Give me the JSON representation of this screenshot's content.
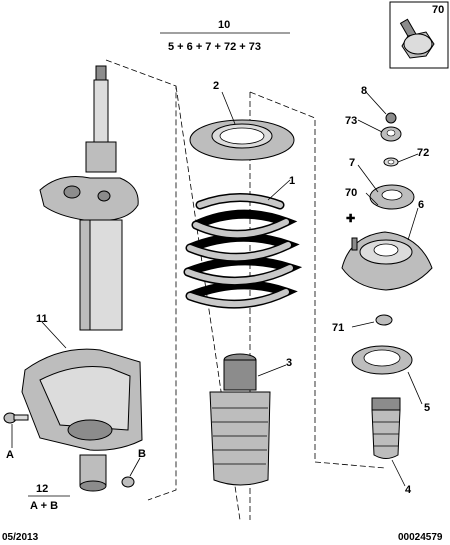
{
  "diagram": {
    "assembly": {
      "number": "10",
      "formula": "5 + 6 + 7 + 72 + 73"
    },
    "kit": {
      "number": "12",
      "formula": "A + B"
    },
    "inset_callout": "70",
    "callouts": {
      "c1": "1",
      "c2": "2",
      "c3": "3",
      "c4": "4",
      "c5": "5",
      "c6": "6",
      "c7": "7",
      "c8": "8",
      "c11": "11",
      "c70": "70",
      "c71": "71",
      "c72": "72",
      "c73": "73",
      "cA": "A",
      "cB": "B"
    },
    "footer": {
      "date": "05/2013",
      "reference": "00024579"
    }
  }
}
